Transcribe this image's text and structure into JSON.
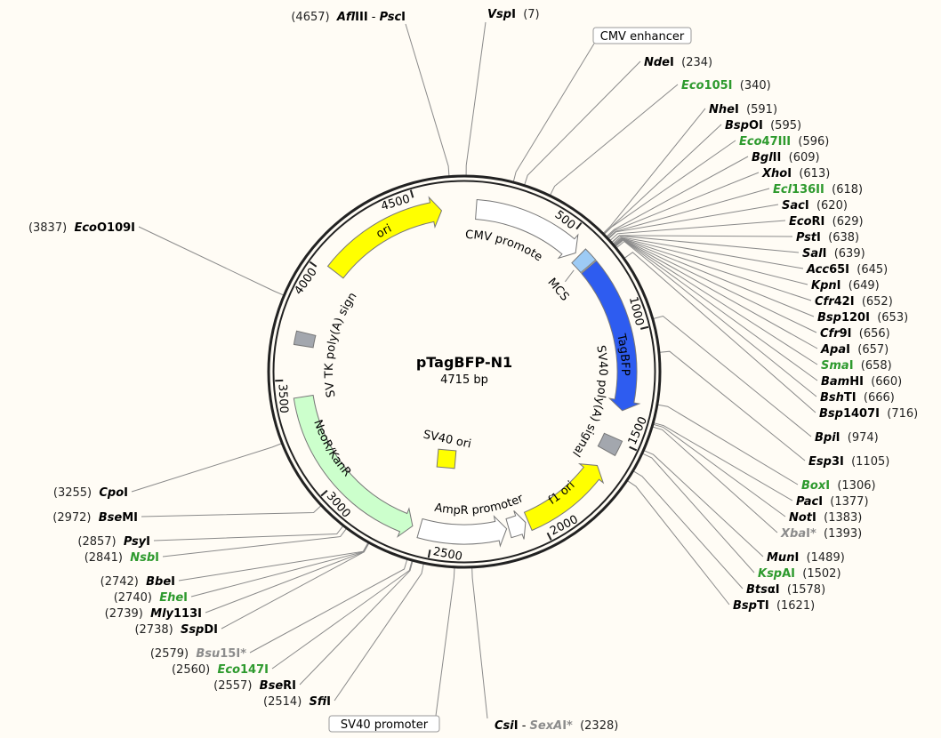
{
  "plasmid": {
    "name": "pTagBFP-N1",
    "length_label": "4715 bp",
    "length": 4715
  },
  "colors": {
    "black": "#000000",
    "green": "#2e9a2e",
    "gray": "#8c8c8c",
    "backbone": "#222222"
  },
  "ticks": [
    "500",
    "1000",
    "1500",
    "2000",
    "2500",
    "3000",
    "3500",
    "4000",
    "4500"
  ],
  "features": [
    {
      "label": "CMV promoter",
      "start": 55,
      "end": 565,
      "dir": 1,
      "kind": "arrow",
      "color": "#ffffff"
    },
    {
      "label": "MCS",
      "start": 585,
      "end": 650,
      "dir": 0,
      "kind": "box",
      "color": "#9dcbf5"
    },
    {
      "label": "TagBFP",
      "start": 655,
      "end": 1360,
      "dir": 1,
      "kind": "arrow",
      "color": "#2e5cf0"
    },
    {
      "label": "SV40 poly(A) signal",
      "start": 1490,
      "end": 1560,
      "dir": 0,
      "kind": "box",
      "color": "#a3a7ae"
    },
    {
      "label": "f1 ori",
      "start": 1640,
      "end": 2055,
      "dir": -1,
      "kind": "arrow",
      "color": "#ffff00"
    },
    {
      "label": "AmpR promoter",
      "start": 2160,
      "end": 2565,
      "dir": -1,
      "kind": "arrow",
      "color": "#ffffff"
    },
    {
      "label": "",
      "start": 2068,
      "end": 2150,
      "dir": -1,
      "kind": "arrow",
      "color": "#ffffff"
    },
    {
      "label": "NeoR/KanR",
      "start": 2600,
      "end": 3420,
      "dir": -1,
      "kind": "arrow",
      "color": "#ccffcc"
    },
    {
      "label": "HSV TK poly(A) signal",
      "start": 3655,
      "end": 3715,
      "dir": 0,
      "kind": "box",
      "color": "#a3a7ae"
    },
    {
      "label": "ori",
      "start": 4030,
      "end": 4610,
      "dir": 1,
      "kind": "arrow",
      "color": "#ffff00"
    }
  ],
  "inner_feature": {
    "label": "SV40 ori",
    "color": "#ffff00"
  },
  "callouts": [
    {
      "label": "CMV enhancer",
      "bp": 190
    },
    {
      "label": "SV40 promoter",
      "bp": 2395
    }
  ],
  "enzymes": [
    {
      "bp": 7,
      "pos": "(7)",
      "color": "black",
      "parts": [
        {
          "t": "Vsp",
          "s": "i"
        },
        {
          "t": "I",
          "s": "b"
        }
      ]
    },
    {
      "bp": 234,
      "pos": "(234)",
      "color": "black",
      "parts": [
        {
          "t": "Nde",
          "s": "i"
        },
        {
          "t": "I",
          "s": "b"
        }
      ]
    },
    {
      "bp": 340,
      "pos": "(340)",
      "color": "green",
      "parts": [
        {
          "t": "Eco",
          "s": "i"
        },
        {
          "t": "105I",
          "s": "b"
        }
      ]
    },
    {
      "bp": 591,
      "pos": "(591)",
      "color": "black",
      "parts": [
        {
          "t": "Nhe",
          "s": "i"
        },
        {
          "t": "I",
          "s": "b"
        }
      ]
    },
    {
      "bp": 595,
      "pos": "(595)",
      "color": "black",
      "parts": [
        {
          "t": "Bsp",
          "s": "i"
        },
        {
          "t": "OI",
          "s": "b"
        }
      ]
    },
    {
      "bp": 596,
      "pos": "(596)",
      "color": "green",
      "parts": [
        {
          "t": "Eco",
          "s": "i"
        },
        {
          "t": "47III",
          "s": "b"
        }
      ]
    },
    {
      "bp": 609,
      "pos": "(609)",
      "color": "black",
      "parts": [
        {
          "t": "Bgl",
          "s": "i"
        },
        {
          "t": "II",
          "s": "b"
        }
      ]
    },
    {
      "bp": 613,
      "pos": "(613)",
      "color": "black",
      "parts": [
        {
          "t": "Xho",
          "s": "i"
        },
        {
          "t": "I",
          "s": "b"
        }
      ]
    },
    {
      "bp": 618,
      "pos": "(618)",
      "color": "green",
      "parts": [
        {
          "t": "Ecl",
          "s": "i"
        },
        {
          "t": "136II",
          "s": "b"
        }
      ]
    },
    {
      "bp": 620,
      "pos": "(620)",
      "color": "black",
      "parts": [
        {
          "t": "Sac",
          "s": "i"
        },
        {
          "t": "I",
          "s": "b"
        }
      ]
    },
    {
      "bp": 629,
      "pos": "(629)",
      "color": "black",
      "parts": [
        {
          "t": "Eco",
          "s": "i"
        },
        {
          "t": "RI",
          "s": "b"
        }
      ]
    },
    {
      "bp": 638,
      "pos": "(638)",
      "color": "black",
      "parts": [
        {
          "t": "Pst",
          "s": "i"
        },
        {
          "t": "I",
          "s": "b"
        }
      ]
    },
    {
      "bp": 639,
      "pos": "(639)",
      "color": "black",
      "parts": [
        {
          "t": "Sal",
          "s": "i"
        },
        {
          "t": "I",
          "s": "b"
        }
      ]
    },
    {
      "bp": 645,
      "pos": "(645)",
      "color": "black",
      "parts": [
        {
          "t": "Acc",
          "s": "i"
        },
        {
          "t": "65I",
          "s": "b"
        }
      ]
    },
    {
      "bp": 649,
      "pos": "(649)",
      "color": "black",
      "parts": [
        {
          "t": "Kpn",
          "s": "i"
        },
        {
          "t": "I",
          "s": "b"
        }
      ]
    },
    {
      "bp": 652,
      "pos": "(652)",
      "color": "black",
      "parts": [
        {
          "t": "Cfr",
          "s": "i"
        },
        {
          "t": "42I",
          "s": "b"
        }
      ]
    },
    {
      "bp": 653,
      "pos": "(653)",
      "color": "black",
      "parts": [
        {
          "t": "Bsp",
          "s": "i"
        },
        {
          "t": "120I",
          "s": "b"
        }
      ]
    },
    {
      "bp": 656,
      "pos": "(656)",
      "color": "black",
      "parts": [
        {
          "t": "Cfr",
          "s": "i"
        },
        {
          "t": "9I",
          "s": "b"
        }
      ]
    },
    {
      "bp": 657,
      "pos": "(657)",
      "color": "black",
      "parts": [
        {
          "t": "Apa",
          "s": "i"
        },
        {
          "t": "I",
          "s": "b"
        }
      ]
    },
    {
      "bp": 658,
      "pos": "(658)",
      "color": "green",
      "parts": [
        {
          "t": "Sma",
          "s": "i"
        },
        {
          "t": "I",
          "s": "b"
        }
      ]
    },
    {
      "bp": 660,
      "pos": "(660)",
      "color": "black",
      "parts": [
        {
          "t": "Bam",
          "s": "i"
        },
        {
          "t": "HI",
          "s": "b"
        }
      ]
    },
    {
      "bp": 666,
      "pos": "(666)",
      "color": "black",
      "parts": [
        {
          "t": "Bsh",
          "s": "i"
        },
        {
          "t": "TI",
          "s": "b"
        }
      ]
    },
    {
      "bp": 716,
      "pos": "(716)",
      "color": "black",
      "parts": [
        {
          "t": "Bsp",
          "s": "i"
        },
        {
          "t": "1407I",
          "s": "b"
        }
      ]
    },
    {
      "bp": 974,
      "pos": "(974)",
      "color": "black",
      "parts": [
        {
          "t": "Bpi",
          "s": "i"
        },
        {
          "t": "I",
          "s": "b"
        }
      ]
    },
    {
      "bp": 1105,
      "pos": "(1105)",
      "color": "black",
      "parts": [
        {
          "t": "Esp",
          "s": "i"
        },
        {
          "t": "3I",
          "s": "b"
        }
      ]
    },
    {
      "bp": 1306,
      "pos": "(1306)",
      "color": "green",
      "parts": [
        {
          "t": "Box",
          "s": "i"
        },
        {
          "t": "I",
          "s": "b"
        }
      ]
    },
    {
      "bp": 1377,
      "pos": "(1377)",
      "color": "black",
      "parts": [
        {
          "t": "Pac",
          "s": "i"
        },
        {
          "t": "I",
          "s": "b"
        }
      ]
    },
    {
      "bp": 1383,
      "pos": "(1383)",
      "color": "black",
      "parts": [
        {
          "t": "Not",
          "s": "i"
        },
        {
          "t": "I",
          "s": "b"
        }
      ]
    },
    {
      "bp": 1393,
      "pos": "(1393)",
      "color": "gray",
      "parts": [
        {
          "t": "Xba",
          "s": "i"
        },
        {
          "t": "I*",
          "s": "b"
        }
      ]
    },
    {
      "bp": 1489,
      "pos": "(1489)",
      "color": "black",
      "parts": [
        {
          "t": "Mun",
          "s": "i"
        },
        {
          "t": "I",
          "s": "b"
        }
      ]
    },
    {
      "bp": 1502,
      "pos": "(1502)",
      "color": "green",
      "parts": [
        {
          "t": "Ksp",
          "s": "i"
        },
        {
          "t": "AI",
          "s": "b"
        }
      ]
    },
    {
      "bp": 1578,
      "pos": "(1578)",
      "color": "black",
      "parts": [
        {
          "t": "Bts",
          "s": "i"
        },
        {
          "t": "αI",
          "s": "b"
        }
      ]
    },
    {
      "bp": 1621,
      "pos": "(1621)",
      "color": "black",
      "parts": [
        {
          "t": "Bsp",
          "s": "i"
        },
        {
          "t": "TI",
          "s": "b"
        }
      ]
    },
    {
      "bp": 2328,
      "pos": "(2328)",
      "color": "black",
      "parts": [
        {
          "t": "Csi",
          "s": "i"
        },
        {
          "t": "I",
          "s": "b"
        },
        {
          "t": " - ",
          "s": "n"
        },
        {
          "t": "SexA",
          "s": "ig"
        },
        {
          "t": "I*",
          "s": "bg"
        }
      ]
    },
    {
      "bp": 2514,
      "pos": "(2514)",
      "color": "black",
      "parts": [
        {
          "t": "Sfi",
          "s": "i"
        },
        {
          "t": "I",
          "s": "b"
        }
      ]
    },
    {
      "bp": 2557,
      "pos": "(2557)",
      "color": "black",
      "parts": [
        {
          "t": "Bse",
          "s": "i"
        },
        {
          "t": "RI",
          "s": "b"
        }
      ]
    },
    {
      "bp": 2560,
      "pos": "(2560)",
      "color": "green",
      "parts": [
        {
          "t": "Eco",
          "s": "i"
        },
        {
          "t": "147I",
          "s": "b"
        }
      ]
    },
    {
      "bp": 2579,
      "pos": "(2579)",
      "color": "gray",
      "parts": [
        {
          "t": "Bsu",
          "s": "i"
        },
        {
          "t": "15I*",
          "s": "b"
        }
      ]
    },
    {
      "bp": 2738,
      "pos": "(2738)",
      "color": "black",
      "parts": [
        {
          "t": "Ssp",
          "s": "i"
        },
        {
          "t": "DI",
          "s": "b"
        }
      ]
    },
    {
      "bp": 2739,
      "pos": "(2739)",
      "color": "black",
      "parts": [
        {
          "t": "Mly",
          "s": "i"
        },
        {
          "t": "113I",
          "s": "b"
        }
      ]
    },
    {
      "bp": 2740,
      "pos": "(2740)",
      "color": "green",
      "parts": [
        {
          "t": "Ehe",
          "s": "i"
        },
        {
          "t": "I",
          "s": "b"
        }
      ]
    },
    {
      "bp": 2742,
      "pos": "(2742)",
      "color": "black",
      "parts": [
        {
          "t": "Bbe",
          "s": "i"
        },
        {
          "t": "I",
          "s": "b"
        }
      ]
    },
    {
      "bp": 2841,
      "pos": "(2841)",
      "color": "green",
      "parts": [
        {
          "t": "Nsb",
          "s": "i"
        },
        {
          "t": "I",
          "s": "b"
        }
      ]
    },
    {
      "bp": 2857,
      "pos": "(2857)",
      "color": "black",
      "parts": [
        {
          "t": "Psy",
          "s": "i"
        },
        {
          "t": "I",
          "s": "b"
        }
      ]
    },
    {
      "bp": 2972,
      "pos": "(2972)",
      "color": "black",
      "parts": [
        {
          "t": "Bse",
          "s": "i"
        },
        {
          "t": "MI",
          "s": "b"
        }
      ]
    },
    {
      "bp": 3255,
      "pos": "(3255)",
      "color": "black",
      "parts": [
        {
          "t": "Cpo",
          "s": "i"
        },
        {
          "t": "I",
          "s": "b"
        }
      ]
    },
    {
      "bp": 3837,
      "pos": "(3837)",
      "color": "black",
      "parts": [
        {
          "t": "Eco",
          "s": "i"
        },
        {
          "t": "O109I",
          "s": "b"
        }
      ]
    },
    {
      "bp": 4657,
      "pos": "(4657)",
      "color": "black",
      "parts": [
        {
          "t": "Afl",
          "s": "i"
        },
        {
          "t": "III",
          "s": "b"
        },
        {
          "t": " - ",
          "s": "n"
        },
        {
          "t": "Psc",
          "s": "i"
        },
        {
          "t": "I",
          "s": "b"
        }
      ]
    }
  ]
}
